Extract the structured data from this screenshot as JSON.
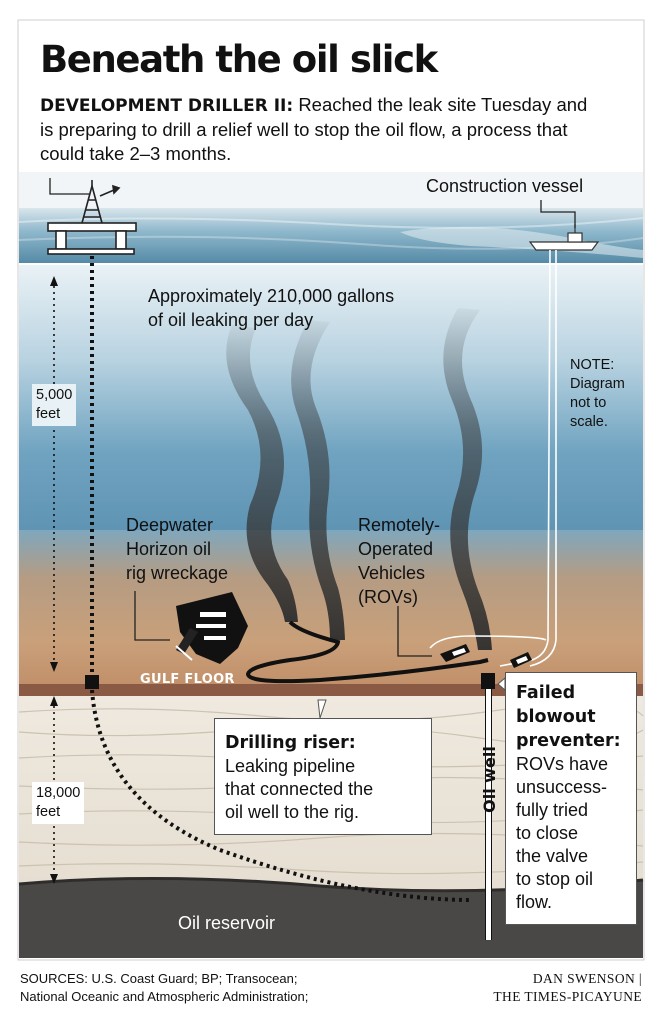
{
  "title": "Beneath the oil slick",
  "subtitle": {
    "lead": "DEVELOPMENT DRILLER II:",
    "text": "Reached the leak site Tuesday and is preparing to drill a relief well to stop the oil flow, a process that could take 2–3 months."
  },
  "labels": {
    "construction_vessel": "Construction vessel",
    "leak_rate_line1": "Approximately 210,000 gallons",
    "leak_rate_line2": "of oil leaking per day",
    "note": [
      "NOTE:",
      "Diagram",
      "not to",
      "scale."
    ],
    "depth_water": [
      "5,000",
      "feet"
    ],
    "depth_ground": [
      "18,000",
      "feet"
    ],
    "wreckage": [
      "Deepwater",
      "Horizon oil",
      "rig wreckage"
    ],
    "rovs": [
      "Remotely-",
      "Operated",
      "Vehicles",
      "(ROVs)"
    ],
    "gulf_floor": "GULF FLOOR",
    "oil_well": "Oil well",
    "oil_reservoir": "Oil reservoir"
  },
  "callouts": {
    "riser": {
      "title": "Drilling riser:",
      "lines": [
        "Leaking pipeline",
        "that connected the",
        "oil well to the rig."
      ]
    },
    "blowout": {
      "title_lines": [
        "Failed",
        "blowout",
        "preventer:"
      ],
      "lines": [
        "ROVs have",
        "unsuccess-",
        "fully tried",
        "to close",
        "the valve",
        "to stop oil",
        "flow."
      ]
    }
  },
  "footer": {
    "sources_line1": "SOURCES: U.S. Coast Guard; BP; Transocean;",
    "sources_line2": "National Oceanic and Atmospheric Administration;",
    "credit_line1": "DAN SWENSON |",
    "credit_line2": "THE TIMES-PICAYUNE"
  },
  "colors": {
    "sky": "#f2f6f8",
    "sea_surface": "#7fb0c8",
    "water_top": "#e4eef3",
    "water_deep": "#5f98b8",
    "seabed_sand": "#c39a72",
    "gulf_floor_band": "#8a5a45",
    "rock_layers": "#e8e2d8",
    "reservoir": "#4a4847",
    "smoke": "#3d3d3d",
    "callout_border": "#555555"
  }
}
